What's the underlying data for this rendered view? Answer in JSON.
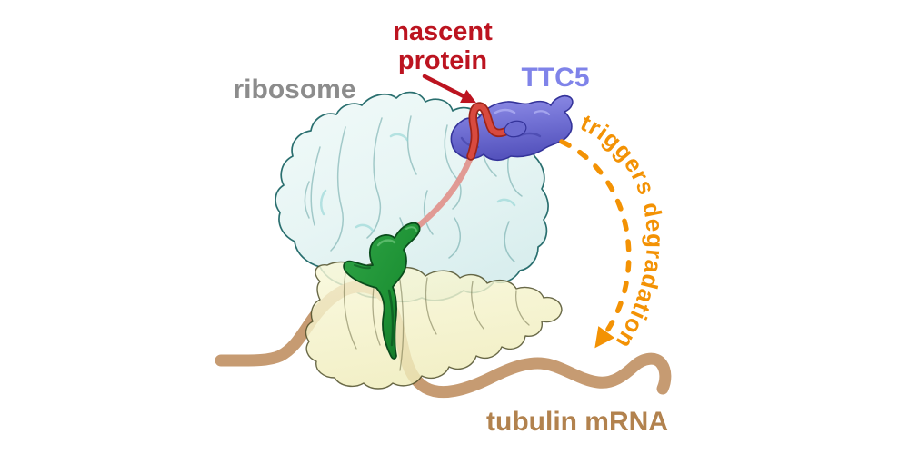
{
  "figure": {
    "background_color": "#ffffff",
    "labels": {
      "nascent_protein": {
        "line1": "nascent",
        "line2": "protein",
        "color": "#bc1420"
      },
      "ttc5": {
        "text": "TTC5",
        "color": "#7f83e9"
      },
      "ribosome": {
        "text": "ribosome",
        "color": "#8c8c8c"
      },
      "tubulin_mrna": {
        "text": "tubulin mRNA",
        "color": "#b2824e"
      },
      "triggers_degradation": {
        "text": "triggers degradation",
        "color": "#f39204"
      }
    },
    "structures": {
      "ribosome_large_subunit": {
        "name": "ribosome large subunit (60S)",
        "fill": "#e9f6f5",
        "outline": "#2a6f6f"
      },
      "ribosome_small_subunit": {
        "name": "ribosome small subunit (40S)",
        "fill": "#f6f4cb",
        "outline": "#45451f"
      },
      "ttc5_protein": {
        "name": "TTC5 protein density",
        "fill": "#7372d5",
        "outline": "#34339a"
      },
      "green_factor": {
        "name": "green factor at mRNA channel",
        "fill": "#1d9134",
        "outline": "#0a4c1c"
      },
      "nascent_chain": {
        "name": "nascent protein chain",
        "color": "#d84a3f",
        "faded_color": "#e0958e"
      },
      "mrna_strand": {
        "name": "tubulin mRNA strand",
        "color": "#c69b72"
      }
    },
    "annotations": {
      "nascent_pointer_arrow": {
        "name": "arrow from nascent protein label to chain loop",
        "color": "#bc1420"
      },
      "degradation_arrow": {
        "name": "dashed arc arrow triggers degradation",
        "color": "#f39204",
        "style": "dashed"
      }
    }
  }
}
